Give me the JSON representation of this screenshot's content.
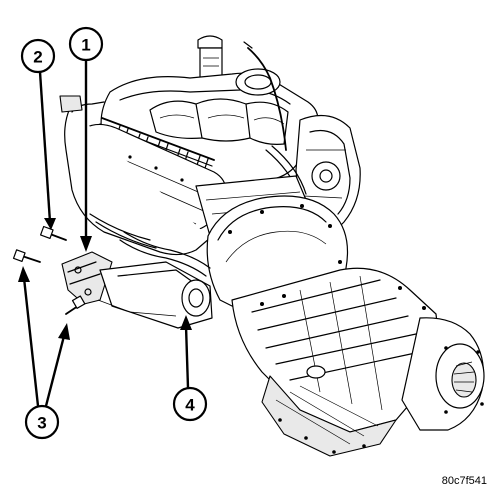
{
  "callouts": [
    {
      "id": "1",
      "label": "1"
    },
    {
      "id": "2",
      "label": "2"
    },
    {
      "id": "3",
      "label": "3"
    },
    {
      "id": "4",
      "label": "4"
    }
  ],
  "figure_id": "80c7f541"
}
